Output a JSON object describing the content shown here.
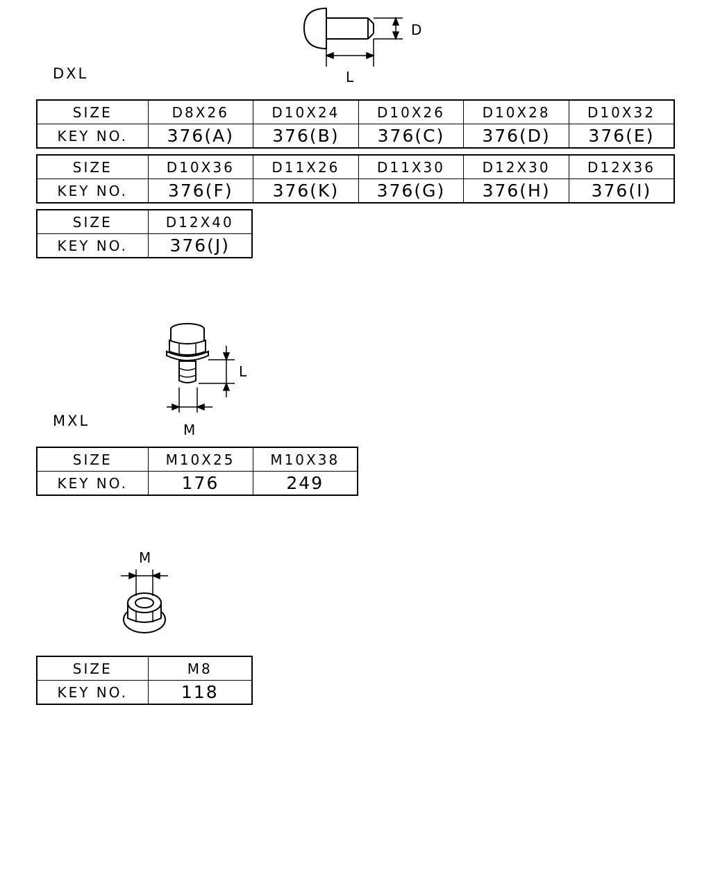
{
  "sections": {
    "rivet": {
      "title": "DXL",
      "dim_d": "D",
      "dim_l": "L",
      "tables": [
        {
          "row1_label": "SIZE",
          "row2_label": "KEY NO.",
          "sizes": [
            "D8X26",
            "D10X24",
            "D10X26",
            "D10X28",
            "D10X32"
          ],
          "keys": [
            "376(A)",
            "376(B)",
            "376(C)",
            "376(D)",
            "376(E)"
          ]
        },
        {
          "row1_label": "SIZE",
          "row2_label": "KEY NO.",
          "sizes": [
            "D10X36",
            "D11X26",
            "D11X30",
            "D12X30",
            "D12X36"
          ],
          "keys": [
            "376(F)",
            "376(K)",
            "376(G)",
            "376(H)",
            "376(I)"
          ]
        },
        {
          "row1_label": "SIZE",
          "row2_label": "KEY NO.",
          "sizes": [
            "D12X40"
          ],
          "keys": [
            "376(J)"
          ]
        }
      ]
    },
    "bolt": {
      "title": "MXL",
      "dim_l": "L",
      "dim_m": "M",
      "table": {
        "row1_label": "SIZE",
        "row2_label": "KEY NO.",
        "sizes": [
          "M10X25",
          "M10X38"
        ],
        "keys": [
          "176",
          "249"
        ]
      }
    },
    "nut": {
      "dim_m": "M",
      "table": {
        "row1_label": "SIZE",
        "row2_label": "KEY NO.",
        "sizes": [
          "M8"
        ],
        "keys": [
          "118"
        ]
      }
    }
  }
}
